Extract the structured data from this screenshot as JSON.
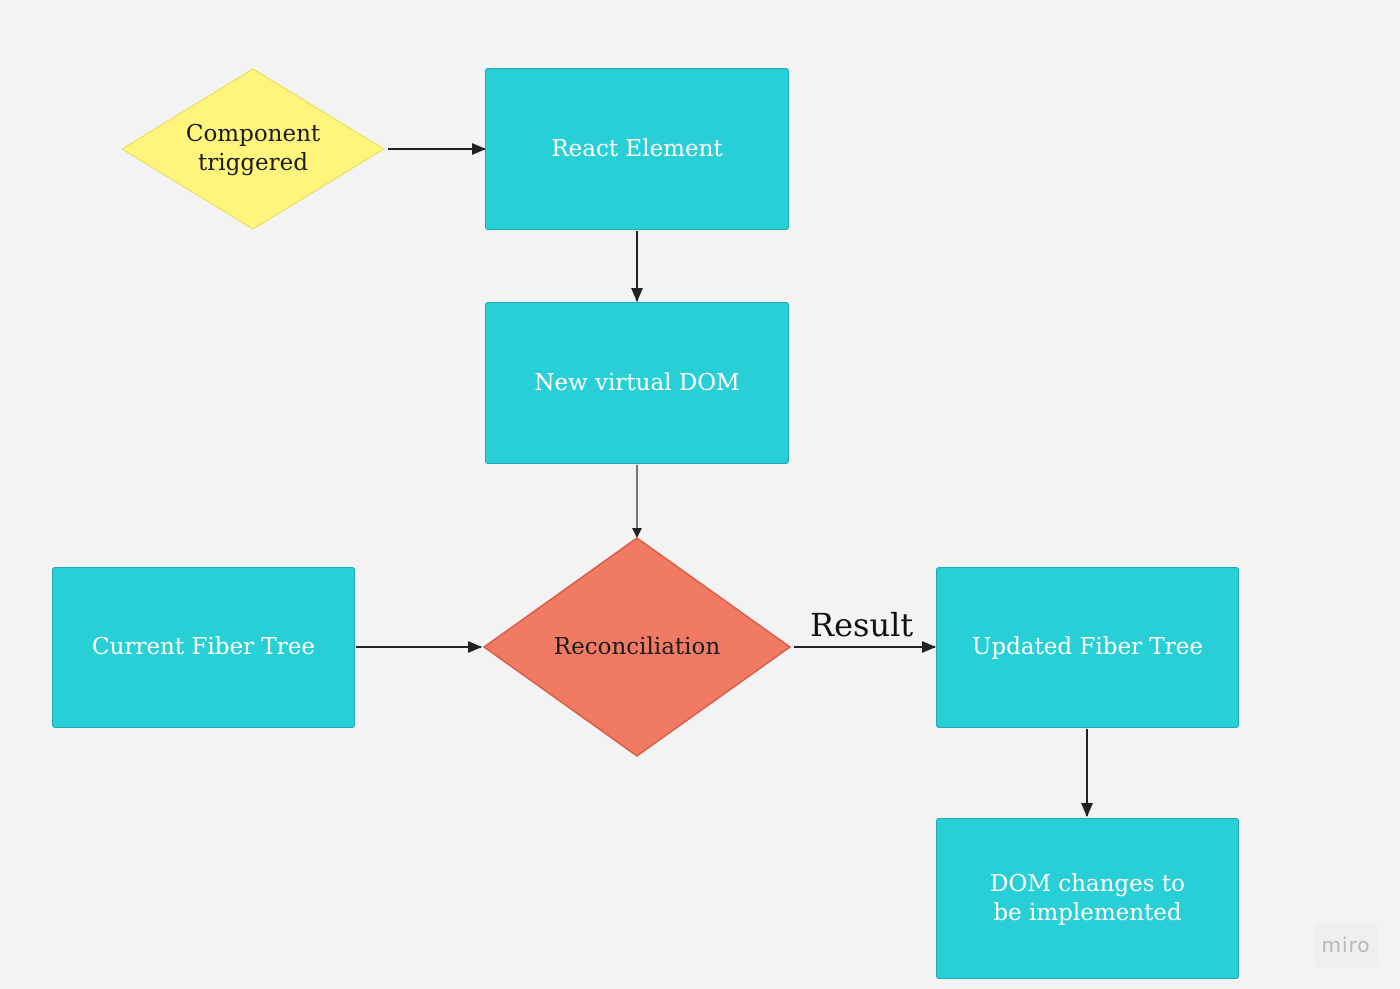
{
  "nodes": {
    "component_triggered": "Component\ntriggered",
    "react_element": "React Element",
    "new_virtual_dom": "New virtual DOM",
    "reconciliation": "Reconciliation",
    "current_fiber_tree": "Current Fiber Tree",
    "updated_fiber_tree": "Updated Fiber Tree",
    "dom_changes": "DOM changes to\nbe implemented"
  },
  "edges": {
    "result_label": "Result"
  },
  "watermark": "miro",
  "colors": {
    "background": "#f3f3f3",
    "process_box": "#28cfd6",
    "trigger_diamond": "#fff47c",
    "reconciliation_diamond": "#f07a62",
    "arrow": "#222222"
  }
}
